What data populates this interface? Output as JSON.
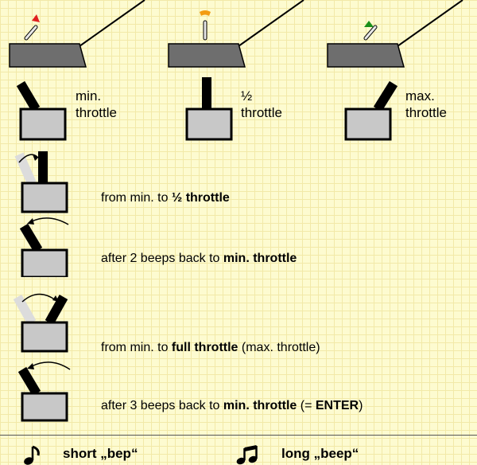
{
  "colors": {
    "background": "#fdfbd0",
    "grid": "#f2e9a8",
    "box_fill": "#c8c8c8",
    "stick": "#000000",
    "stick_ghost": "#dcdcdc",
    "transmitter": "#6e6e6e",
    "indicator_min": "#e02020",
    "indicator_half": "#f39c12",
    "indicator_max": "#1a8f1a"
  },
  "positions": {
    "min": {
      "line1": "min.",
      "line2": "throttle"
    },
    "half": {
      "line1": "½",
      "line2": "throttle"
    },
    "max": {
      "line1": "max.",
      "line2": "throttle"
    }
  },
  "steps": [
    {
      "text_before": "from min. to ",
      "bold": "½  throttle",
      "text_after": ""
    },
    {
      "text_before": "after 2 beeps back to ",
      "bold": "min. throttle",
      "text_after": ""
    },
    {
      "text_before": "from min. to ",
      "bold": "full throttle",
      "text_after": " (max. throttle)"
    },
    {
      "text_before": "after 3 beeps back to  ",
      "bold": "min. throttle",
      "text_after": " (= ",
      "bold2": "ENTER",
      "text_after2": ")"
    }
  ],
  "legend": {
    "short": "short „bep“",
    "long": "long „beep“",
    "short_icon": "eighth-note-icon",
    "long_icon": "beamed-notes-icon"
  }
}
